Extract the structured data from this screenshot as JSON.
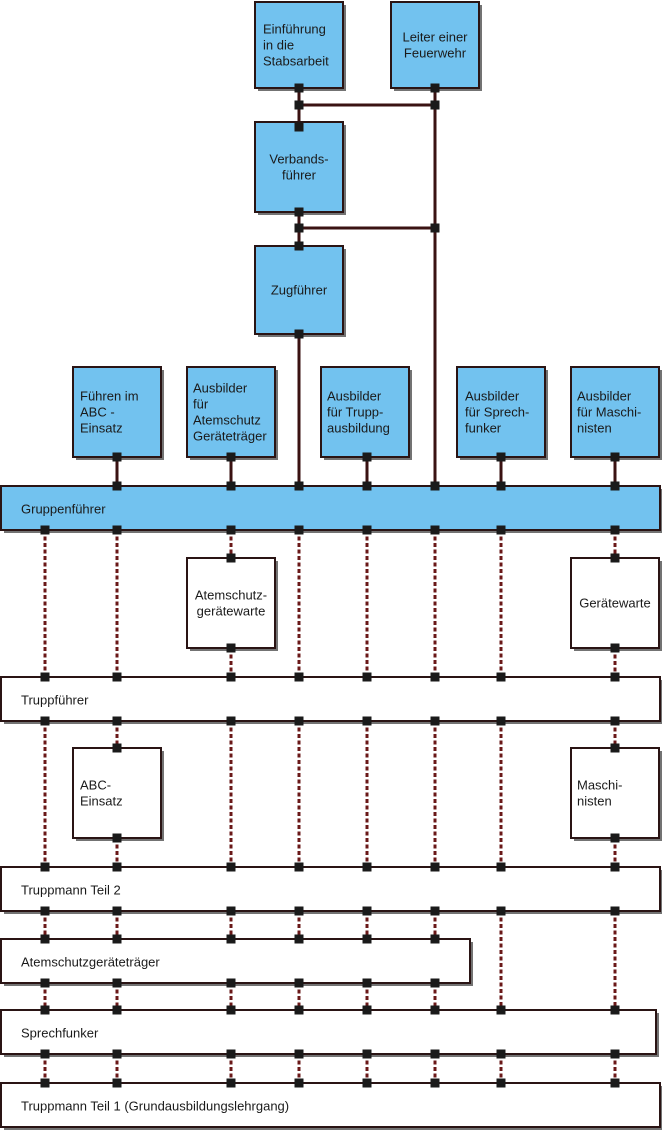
{
  "colors": {
    "leadership_box": "#72c2ef",
    "basic_box": "#ffffff",
    "border": "#2a1414",
    "connector_solid": "#3a1212",
    "connector_dashed": "#6a1818"
  },
  "courses": {
    "stab": [
      "Einführung",
      "in die",
      "Stabsarbeit"
    ],
    "leiter": [
      "Leiter einer",
      "Feuerwehr"
    ],
    "verband": [
      "Verbands-",
      "führer"
    ],
    "zug": [
      "Zugführer"
    ],
    "abc_fuehren": [
      "Führen im",
      "ABC -",
      "Einsatz"
    ],
    "ausb_atem": [
      "Ausbilder",
      "für",
      "Atemschutz",
      "Geräteträger"
    ],
    "ausb_trupp": [
      "Ausbilder",
      "für Trupp-",
      "ausbildung"
    ],
    "ausb_sprech": [
      "Ausbilder",
      "für Sprech-",
      "funker"
    ],
    "ausb_masch": [
      "Ausbilder",
      "für Maschi-",
      "nisten"
    ],
    "gruppenfuehrer": [
      "Gruppenführer"
    ],
    "atemwart": [
      "Atemschutz-",
      "gerätewarte"
    ],
    "geraetewart": [
      "Gerätewarte"
    ],
    "truppfuehrer": [
      "Truppführer"
    ],
    "abc_einsatz": [
      "ABC-",
      "Einsatz"
    ],
    "maschinisten": [
      "Maschi-",
      "nisten"
    ],
    "truppmann2": [
      "Truppmann Teil 2"
    ],
    "atemtraeger": [
      "Atemschutzgeräteträger"
    ],
    "sprechfunker": [
      "Sprechfunker"
    ],
    "truppmann1": [
      "Truppmann Teil 1 (Grundausbildungslehrgang)"
    ]
  }
}
